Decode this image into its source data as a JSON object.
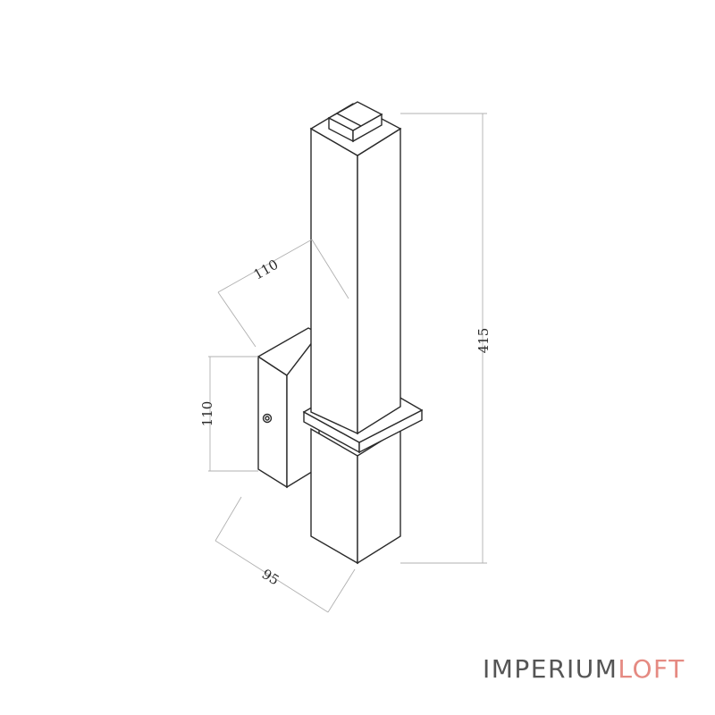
{
  "drawing": {
    "dimensions": {
      "height_total": "415",
      "arm_length": "110",
      "base_height": "110",
      "base_width": "95"
    }
  },
  "brand": {
    "part1": "IMPERIUM",
    "part2": "LOFT",
    "part1_color": "#555555",
    "part2_color": "#e58a82"
  }
}
